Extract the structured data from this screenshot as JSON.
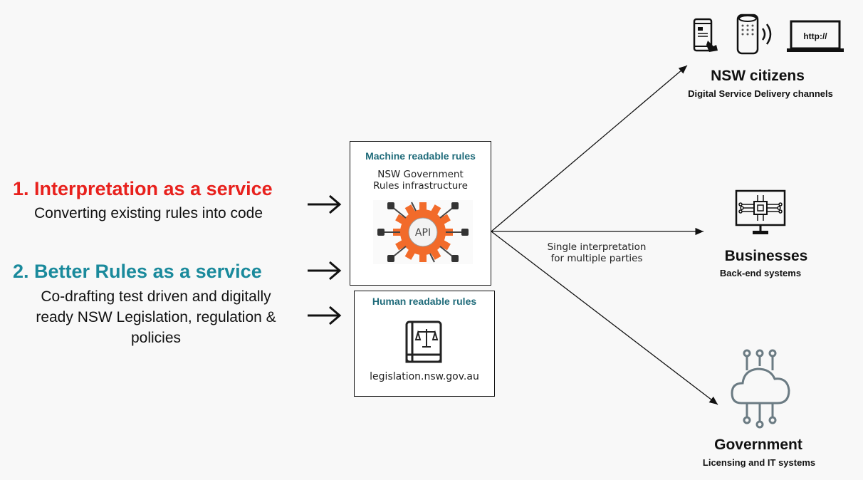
{
  "left": {
    "item1": {
      "title": "1. Interpretation as a service",
      "subtitle": "Converting existing rules into code",
      "color": "#e8211d"
    },
    "item2": {
      "title": "2. Better Rules as a service",
      "subtitle_lines": [
        "Co-drafting test driven and digitally",
        "ready NSW Legislation, regulation &",
        "policies"
      ],
      "color": "#1a8a9c"
    }
  },
  "machine_box": {
    "title": "Machine readable rules",
    "caption_lines": [
      "NSW Government",
      "Rules infrastructure"
    ],
    "api_label": "API",
    "gear_color": "#f26b2a"
  },
  "human_box": {
    "title": "Human readable rules",
    "url": "legislation.nsw.gov.au"
  },
  "center_note": [
    "Single interpretation",
    "for multiple parties"
  ],
  "targets": {
    "citizens": {
      "title": "NSW citizens",
      "subtitle": "Digital Service Delivery channels",
      "browser_text": "http://"
    },
    "businesses": {
      "title": "Businesses",
      "subtitle": "Back-end systems"
    },
    "government": {
      "title": "Government",
      "subtitle": "Licensing and IT systems"
    }
  },
  "icons": [
    "arrow-right-icon",
    "gear-api-icon",
    "law-book-icon",
    "mobile-phone-icon",
    "smart-speaker-icon",
    "laptop-icon",
    "computer-chip-monitor-icon",
    "cloud-network-icon"
  ]
}
